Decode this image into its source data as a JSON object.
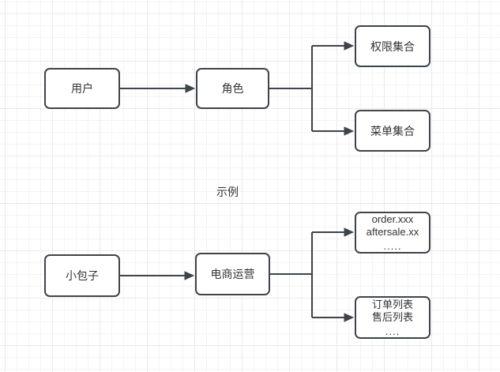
{
  "diagram": {
    "example_label": "示例",
    "nodes": {
      "user": {
        "label": "用户"
      },
      "role": {
        "label": "角色"
      },
      "permission_set": {
        "label": "权限集合"
      },
      "menu_set": {
        "label": "菜单集合"
      },
      "xiaobaozi": {
        "label": "小包子"
      },
      "ecommerce_ops": {
        "label": "电商运营"
      },
      "permission_example": {
        "lines": [
          "order.xxx",
          "aftersale.xx",
          "....."
        ]
      },
      "menu_example": {
        "lines": [
          "订单列表",
          "售后列表",
          "...."
        ]
      }
    },
    "colors": {
      "stroke": "#3f444a",
      "node_fill": "#ffffff",
      "text": "#333333",
      "grid_minor": "#f4f4f4",
      "grid_major": "#eaeaea"
    }
  }
}
